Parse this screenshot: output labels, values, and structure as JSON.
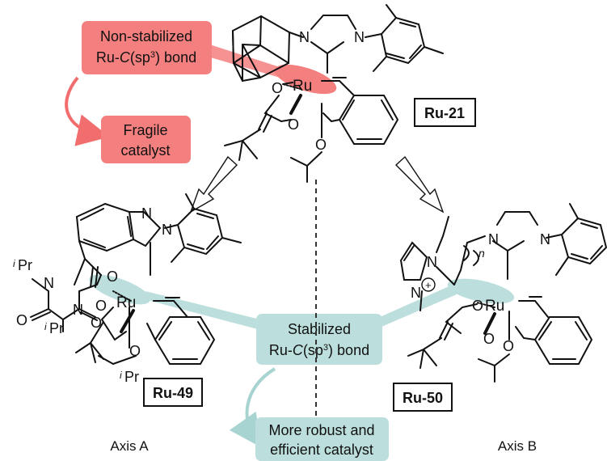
{
  "callouts": {
    "nonstab_line1": "Non-stabilized",
    "nonstab_line2_a": "Ru-",
    "nonstab_line2_c": "C",
    "nonstab_line2_b": "(sp",
    "nonstab_line2_sup": "3",
    "nonstab_line2_d": ") bond",
    "fragile_line1": "Fragile",
    "fragile_line2": "catalyst",
    "stab_line1": "Stabilized",
    "stab_line2_a": "Ru-",
    "stab_line2_c": "C",
    "stab_line2_b": "(sp",
    "stab_line2_sup": "3",
    "stab_line2_d": ") bond",
    "robust_line1": "More robust and",
    "robust_line2": "efficient catalyst"
  },
  "compounds": {
    "top": "Ru-21",
    "left": "Ru-49",
    "right": "Ru-50"
  },
  "axes": {
    "a": "Axis A",
    "b": "Axis B"
  },
  "atoms": {
    "N": "N",
    "O": "O",
    "Ru": "Ru",
    "iPr_i": "i",
    "iPr_Pr": "Pr",
    "n": "n",
    "plus": "+"
  },
  "colors": {
    "red_fill": "#f47f7f",
    "red_line": "#f26d6d",
    "teal_fill": "#bcdfdd",
    "teal_line": "#a7d3d0",
    "ink": "#111111"
  }
}
